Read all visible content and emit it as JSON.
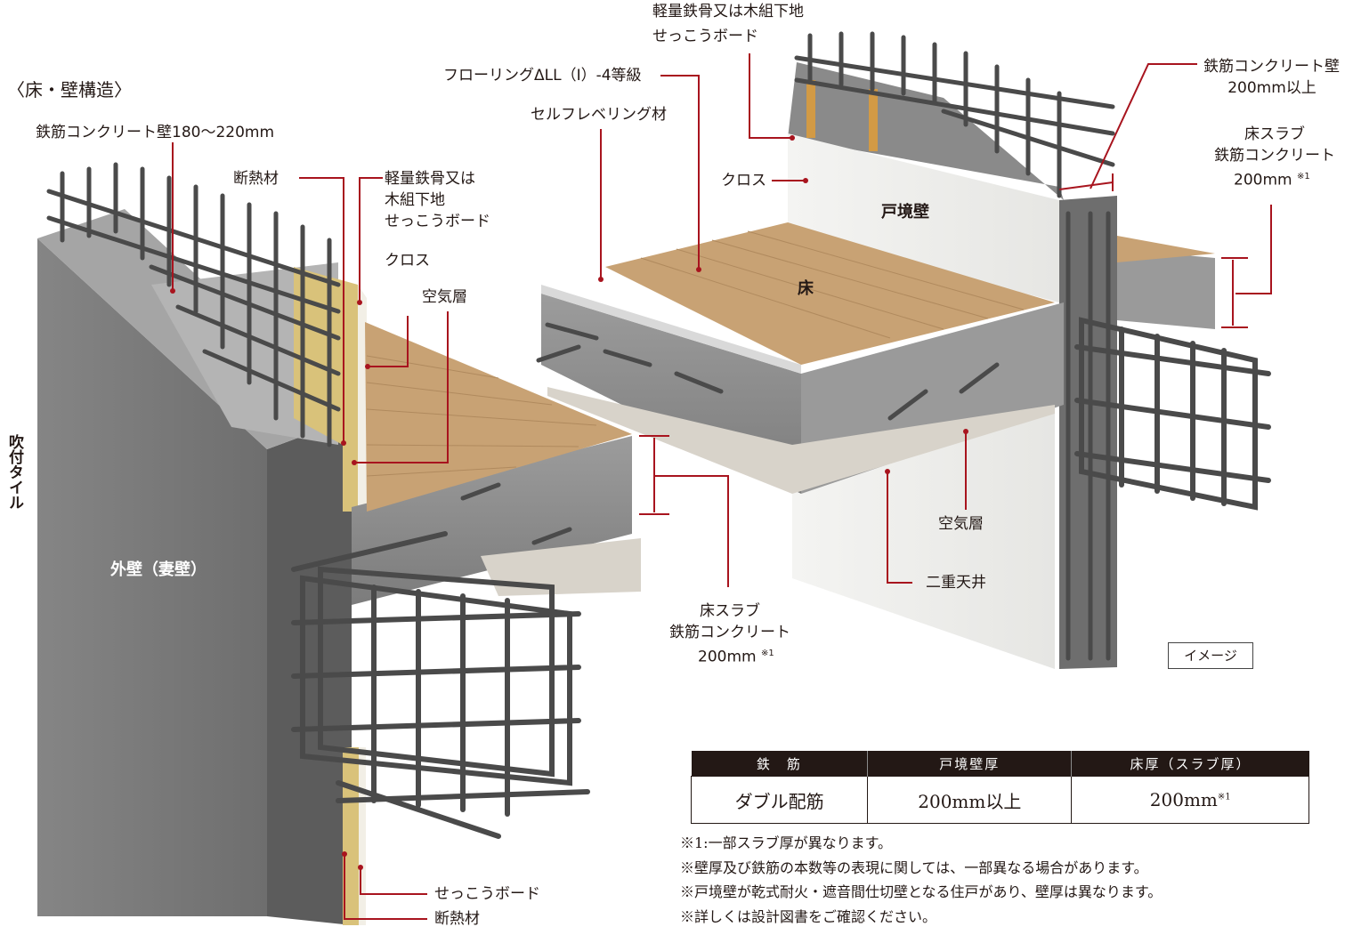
{
  "section_title": "〈床・壁構造〉",
  "labels": {
    "rc_wall_left": "鉄筋コンクリート壁180〜220mm",
    "insulation_top": "断熱材",
    "steel_frame_left_1": "軽量鉄骨又は",
    "steel_frame_left_2": "木組下地",
    "steel_frame_left_3": "せっこうボード",
    "cloth_left": "クロス",
    "air_layer_left": "空気層",
    "sprayed_tile": "吹付タイル",
    "exterior_wall": "外壁（妻壁）",
    "gypsum_bottom": "せっこうボード",
    "insulation_bottom": "断熱材",
    "slab_mid_1": "床スラブ",
    "slab_mid_2": "鉄筋コンクリート",
    "slab_mid_3": "200mm",
    "note_mark": "※1",
    "steel_frame_top_1": "軽量鉄骨又は木組下地",
    "steel_frame_top_2": "せっこうボード",
    "flooring": "フローリングΔLL（I）-4等級",
    "self_leveling": "セルフレベリング材",
    "cloth_right": "クロス",
    "boundary_wall": "戸境壁",
    "floor": "床",
    "rc_wall_right_1": "鉄筋コンクリート壁",
    "rc_wall_right_2": "200mm以上",
    "slab_right_1": "床スラブ",
    "slab_right_2": "鉄筋コンクリート",
    "slab_right_3": "200mm",
    "air_layer_right": "空気層",
    "double_ceiling": "二重天井",
    "image_badge": "イメージ"
  },
  "table": {
    "headers": [
      "鉄　筋",
      "戸境壁厚",
      "床厚（スラブ厚）"
    ],
    "row": [
      "ダブル配筋",
      "200mm以上",
      "200mm"
    ],
    "row_note": "※1"
  },
  "notes": [
    "※1:一部スラブ厚が異なります。",
    "※壁厚及び鉄筋の本数等の表現に関しては、一部異なる場合があります。",
    "※戸境壁が乾式耐火・遮音間仕切壁となる住戸があり、壁厚は異なります。",
    "※詳しくは設計図書をご確認ください。"
  ],
  "colors": {
    "leader": "#a8141e",
    "concrete": "#8d8d8d",
    "rebar": "#4a4a4a",
    "flooring": "#c8a274",
    "insulation": "#d9c27a",
    "table_header": "#231815"
  }
}
